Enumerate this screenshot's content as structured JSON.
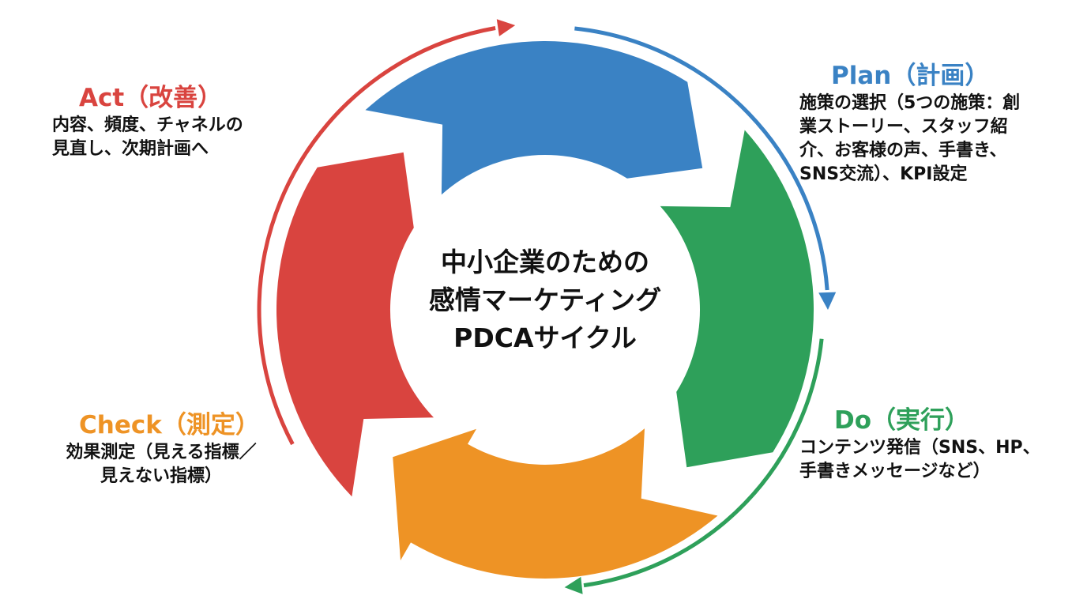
{
  "center_title": {
    "lines": [
      "中小企業のための",
      "感情マーケティング",
      "PDCAサイクル"
    ]
  },
  "colors": {
    "plan": "#3A82C4",
    "do": "#2EA05A",
    "check": "#EE9325",
    "act": "#D9443F",
    "text": "#111111",
    "background": "#FFFFFF"
  },
  "phases": {
    "plan": {
      "title": "Plan（計画）",
      "description_lines": [
        "施策の選択（5つの施策：創",
        "業ストーリー、スタッフ紹",
        "介、お客様の声、手書き、",
        "SNS交流）、KPI設定"
      ]
    },
    "do": {
      "title": "Do（実行）",
      "description_lines": [
        "コンテンツ発信（SNS、HP、",
        "手書きメッセージなど）"
      ]
    },
    "check": {
      "title": "Check（測定）",
      "description_lines": [
        "効果測定（見える指標／",
        "見えない指標）"
      ]
    },
    "act": {
      "title": "Act（改善）",
      "description_lines": [
        "内容、頻度、チャネルの",
        "見直し、次期計画へ"
      ]
    }
  },
  "cycle_order": [
    "plan",
    "do",
    "check",
    "act"
  ]
}
